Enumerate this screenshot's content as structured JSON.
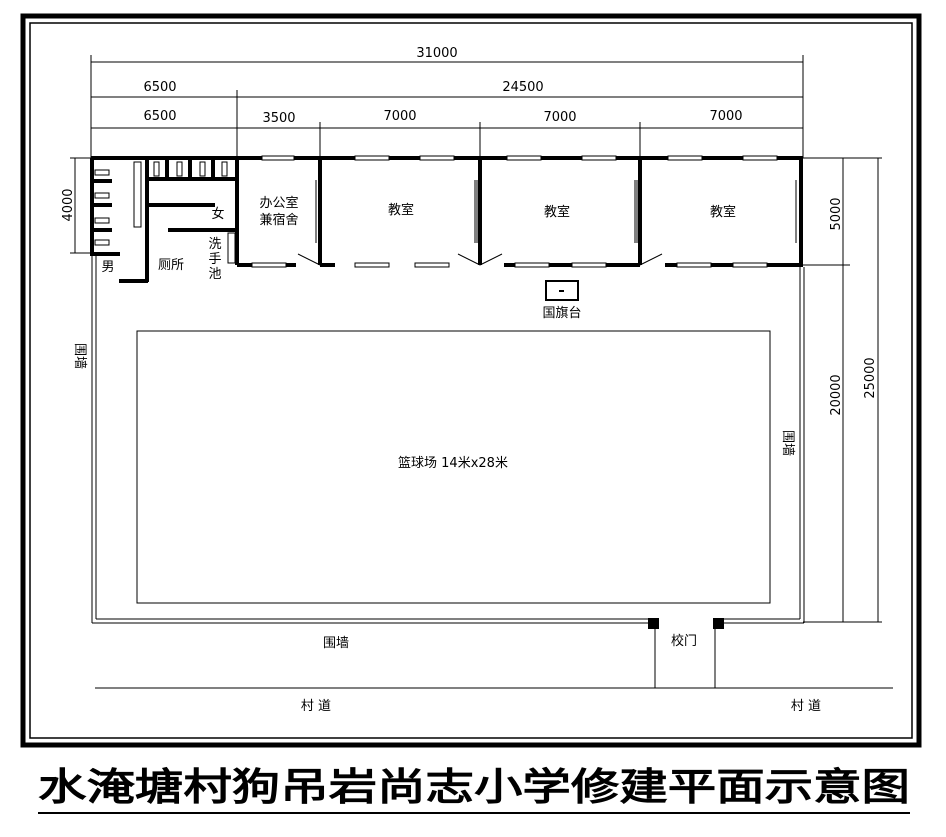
{
  "title": "水淹塘村狗吊岩尚志小学修建平面示意图",
  "dimensions": {
    "total_width": "31000",
    "left_block_a": "6500",
    "right_block": "24500",
    "left_block_b": "6500",
    "office_width": "3500",
    "classroom1_width": "7000",
    "classroom2_width": "7000",
    "classroom3_width": "7000",
    "toilet_depth": "4000",
    "building_depth": "5000",
    "yard_depth": "20000",
    "total_depth": "25000"
  },
  "rooms": {
    "office_line1": "办公室",
    "office_line2": "兼宿舍",
    "classroom1": "教室",
    "classroom2": "教室",
    "classroom3": "教室",
    "male": "男",
    "female": "女",
    "toilet": "厕所",
    "wash_basin": "洗手池"
  },
  "site": {
    "flag_platform": "国旗台",
    "court": "篮球场 14米x28米",
    "wall_left": "围墙",
    "wall_right": "围墙",
    "wall_bottom": "围墙",
    "gate": "校门",
    "road_left": "村 道",
    "road_right": "村 道"
  }
}
